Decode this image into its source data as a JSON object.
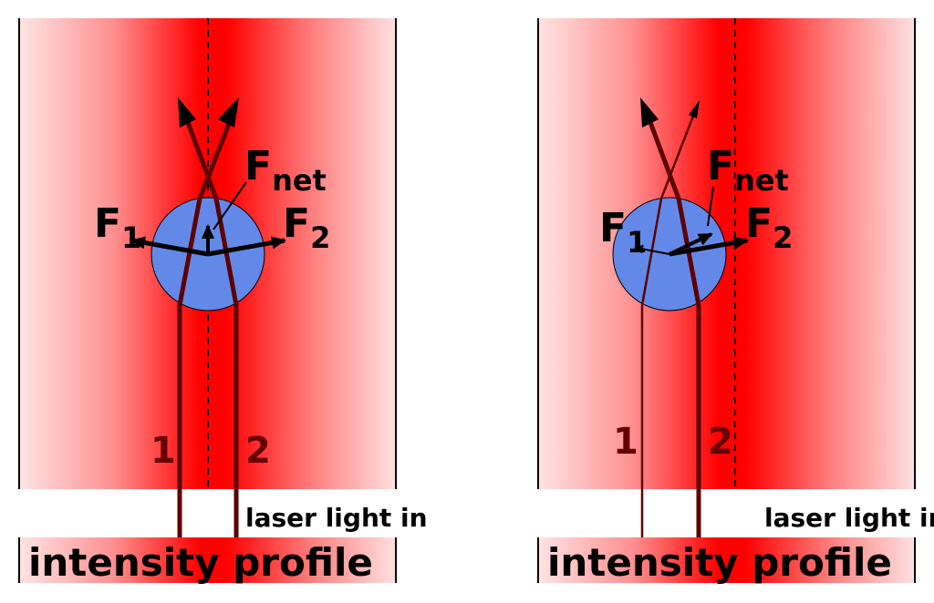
{
  "colors": {
    "beam_peak": "#ff0000",
    "beam_edge": "#ffe0e0",
    "particle": "#6389e8",
    "ray": "#5c0000",
    "ray_label": "#660000"
  },
  "panels": [
    {
      "id": "left",
      "ray_labels": [
        "1",
        "2"
      ],
      "force_labels": {
        "f1": {
          "main": "F",
          "sub": "1"
        },
        "f2": {
          "main": "F",
          "sub": "2"
        },
        "fnet": {
          "main": "F",
          "sub": "net"
        }
      },
      "laser_label": "laser light in",
      "profile_label": "intensity profile",
      "particle_offset": "centered"
    },
    {
      "id": "right",
      "ray_labels": [
        "1",
        "2"
      ],
      "force_labels": {
        "f1": {
          "main": "F",
          "sub": "1"
        },
        "f2": {
          "main": "F",
          "sub": "2"
        },
        "fnet": {
          "main": "F",
          "sub": "net"
        }
      },
      "laser_label": "laser light in",
      "profile_label": "intensity profile",
      "particle_offset": "left of beam axis"
    }
  ]
}
